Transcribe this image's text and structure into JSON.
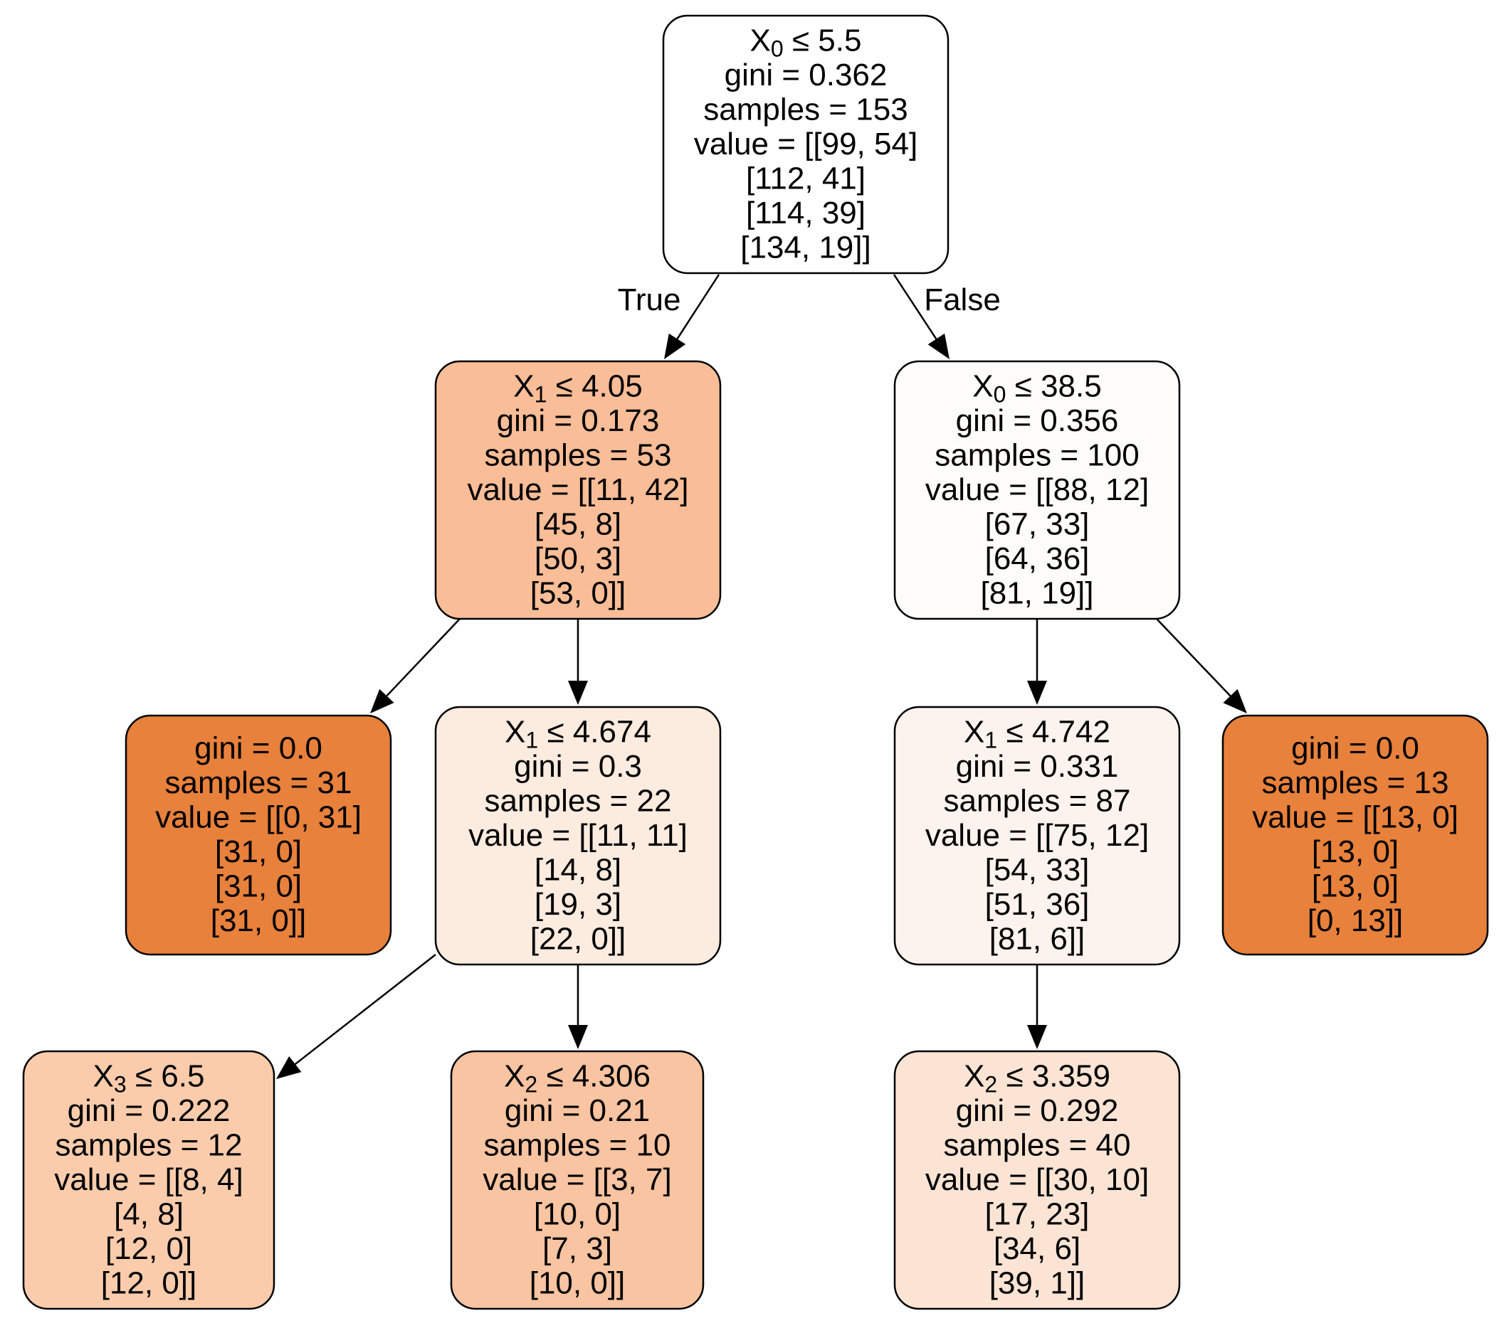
{
  "colors": {
    "border": "#000000",
    "text": "#000000"
  },
  "tree": {
    "nodes": [
      {
        "id": "n0",
        "fill": "#ffffff",
        "split": {
          "feature": "X",
          "index": "0",
          "op": "≤",
          "threshold": "5.5"
        },
        "lines": [
          "gini = 0.362",
          "samples = 153",
          "value = [[99, 54]",
          "[112, 41]",
          "[114, 39]",
          "[134, 19]]"
        ]
      },
      {
        "id": "n1",
        "fill": "#f9bd97",
        "split": {
          "feature": "X",
          "index": "1",
          "op": "≤",
          "threshold": "4.05"
        },
        "lines": [
          "gini = 0.173",
          "samples = 53",
          "value = [[11, 42]",
          "[45, 8]",
          "[50, 3]",
          "[53, 0]]"
        ]
      },
      {
        "id": "n2",
        "fill": "#e8813b",
        "split": null,
        "lines": [
          "gini = 0.0",
          "samples = 31",
          "value = [[0, 31]",
          "[31, 0]",
          "[31, 0]",
          "[31, 0]]"
        ]
      },
      {
        "id": "n3",
        "fill": "#fcebdf",
        "split": {
          "feature": "X",
          "index": "1",
          "op": "≤",
          "threshold": "4.674"
        },
        "lines": [
          "gini = 0.3",
          "samples = 22",
          "value = [[11, 11]",
          "[14, 8]",
          "[19, 3]",
          "[22, 0]]"
        ]
      },
      {
        "id": "n4",
        "fill": "#fbccac",
        "split": {
          "feature": "X",
          "index": "3",
          "op": "≤",
          "threshold": "6.5"
        },
        "lines": [
          "gini = 0.222",
          "samples = 12",
          "value = [[8, 4]",
          "[4, 8]",
          "[12, 0]",
          "[12, 0]]"
        ]
      },
      {
        "id": "n5",
        "fill": "#f9c4a1",
        "split": {
          "feature": "X",
          "index": "2",
          "op": "≤",
          "threshold": "4.306"
        },
        "lines": [
          "gini = 0.21",
          "samples = 10",
          "value = [[3, 7]",
          "[10, 0]",
          "[7, 3]",
          "[10, 0]]"
        ]
      },
      {
        "id": "n6",
        "fill": "#fefcfa",
        "split": {
          "feature": "X",
          "index": "0",
          "op": "≤",
          "threshold": "38.5"
        },
        "lines": [
          "gini = 0.356",
          "samples = 100",
          "value = [[88, 12]",
          "[67, 33]",
          "[64, 36]",
          "[81, 19]]"
        ]
      },
      {
        "id": "n7",
        "fill": "#fdf3ee",
        "split": {
          "feature": "X",
          "index": "1",
          "op": "≤",
          "threshold": "4.742"
        },
        "lines": [
          "gini = 0.331",
          "samples = 87",
          "value = [[75, 12]",
          "[54, 33]",
          "[51, 36]",
          "[81, 6]]"
        ]
      },
      {
        "id": "n8",
        "fill": "#fce4d4",
        "split": {
          "feature": "X",
          "index": "2",
          "op": "≤",
          "threshold": "3.359"
        },
        "lines": [
          "gini = 0.292",
          "samples = 40",
          "value = [[30, 10]",
          "[17, 23]",
          "[34, 6]",
          "[39, 1]]"
        ]
      },
      {
        "id": "n9",
        "fill": "#e8813b",
        "split": null,
        "lines": [
          "gini = 0.0",
          "samples = 13",
          "value = [[13, 0]",
          "[13, 0]",
          "[13, 0]",
          "[0, 13]]"
        ]
      }
    ],
    "edges": [
      {
        "from": "n0",
        "to": "n1",
        "label": "True"
      },
      {
        "from": "n0",
        "to": "n6",
        "label": "False"
      },
      {
        "from": "n1",
        "to": "n2",
        "label": ""
      },
      {
        "from": "n1",
        "to": "n3",
        "label": ""
      },
      {
        "from": "n3",
        "to": "n4",
        "label": ""
      },
      {
        "from": "n3",
        "to": "n5",
        "label": ""
      },
      {
        "from": "n6",
        "to": "n7",
        "label": ""
      },
      {
        "from": "n6",
        "to": "n9",
        "label": ""
      },
      {
        "from": "n7",
        "to": "n8",
        "label": ""
      }
    ]
  }
}
